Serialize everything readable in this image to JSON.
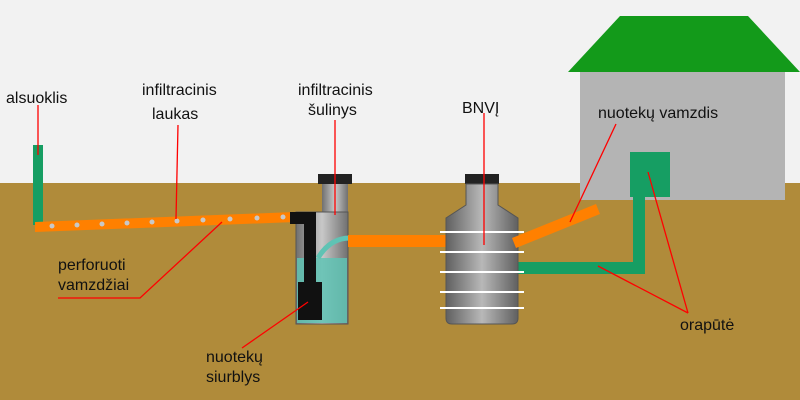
{
  "labels": {
    "alsuoklis": "alsuoklis",
    "infiltration_field": [
      "infiltracinis",
      "laukas"
    ],
    "infiltration_well": [
      "infiltracinis",
      "šulinys"
    ],
    "bnvi": "BNVĮ",
    "sewer_pipe": "nuotekų vamzdis",
    "perforated_pipes": [
      "perforuoti",
      "vamzdžiai"
    ],
    "sewage_pump": [
      "nuotekų",
      "siurblys"
    ],
    "ventilation": "orapūtė"
  },
  "colors": {
    "sky": "#f2f2f2",
    "ground": "#b08b3a",
    "pipe_orange": "#ff8000",
    "pipe_green": "#169e63",
    "roof_green": "#139a1a",
    "house_wall": "#b4b4b4",
    "water": "#5fc3b4",
    "pointer": "#ff0000",
    "perforation": "#c8c8c8"
  },
  "icons": {
    "house": "house-icon",
    "tank": "bnvi-tank-icon",
    "well": "infiltration-well-icon",
    "pump": "sewage-pump-icon"
  }
}
